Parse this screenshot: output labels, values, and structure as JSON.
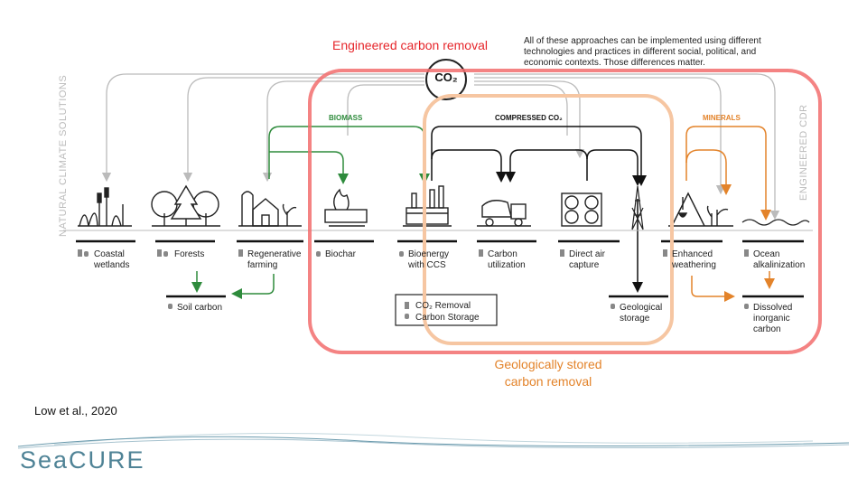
{
  "header": {
    "engineered_label": "Engineered carbon removal",
    "note": "All of these approaches can be implemented using different technologies and practices in different social, political, and economic contexts. Those differences matter.",
    "co2_badge": "CO₂"
  },
  "side_labels": {
    "left": "NATURAL CLIMATE SOLUTIONS",
    "right": "ENGINEERED CDR"
  },
  "flow_labels": {
    "biomass": "BIOMASS",
    "compressed": "COMPRESSED CO₂",
    "minerals": "MINERALS"
  },
  "items": {
    "coastal_wetlands": "Coastal wetlands",
    "forests": "Forests",
    "regenerative_farming": "Regenerative farming",
    "biochar": "Biochar",
    "bioenergy_ccs": "Bioenergy with CCS",
    "carbon_utilization": "Carbon utilization",
    "direct_air_capture": "Direct air capture",
    "enhanced_weathering": "Enhanced weathering",
    "ocean_alkalinization": "Ocean alkalinization",
    "soil_carbon": "Soil carbon",
    "geological_storage": "Geological storage",
    "dissolved_inorganic_carbon": "Dissolved inorganic carbon"
  },
  "legend": {
    "removal": "CO₂ Removal",
    "storage": "Carbon Storage"
  },
  "geological_label": "Geologically stored carbon removal",
  "citation": "Low et al., 2020",
  "brand": "SeaCURE",
  "colors": {
    "engineered_box": "#f26d6d",
    "geological_box": "#f6c6a2",
    "biomass": "#2e8b3c",
    "compressed": "#111111",
    "minerals": "#e3832a",
    "ambient": "#bbbbbb",
    "brand": "#4f8396"
  }
}
